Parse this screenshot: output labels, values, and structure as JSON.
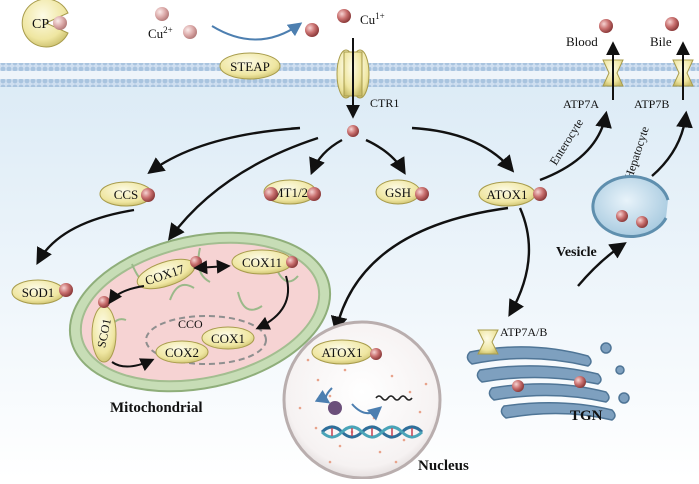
{
  "labels": {
    "cp": "CP",
    "cu2": "Cu",
    "cu2_sup": "2+",
    "cu1": "Cu",
    "cu1_sup": "1+",
    "steap": "STEAP",
    "ctr1": "CTR1",
    "blood": "Blood",
    "bile": "Bile",
    "atp7a": "ATP7A",
    "atp7b": "ATP7B",
    "enterocyte": "Enterocyte",
    "hepatocyte": "Hepatocyte",
    "ccs": "CCS",
    "mt12": "MT1/2",
    "gsh": "GSH",
    "atox1": "ATOX1",
    "sod1": "SOD1",
    "vesicle": "Vesicle",
    "cox17": "COX17",
    "cox11": "COX11",
    "sco1": "SCO1",
    "cco": "CCO",
    "cox2": "COX2",
    "cox1": "COX1",
    "mitochondrial": "Mitochondrial",
    "atox1_nucleus": "ATOX1",
    "atp7ab": "ATP7A/B",
    "tgn": "TGN",
    "nucleus": "Nucleus"
  },
  "colors": {
    "membrane_head": "#c6d9ec",
    "cytoplasm": "#eef5fb",
    "copper_ion": "#c9706f",
    "protein_fill": "#f1eaa8",
    "mito_outer": "#b9d3a8",
    "mito_inner": "#f6d2d2",
    "golgi": "#6a8fb0",
    "arrow": "#111111"
  }
}
